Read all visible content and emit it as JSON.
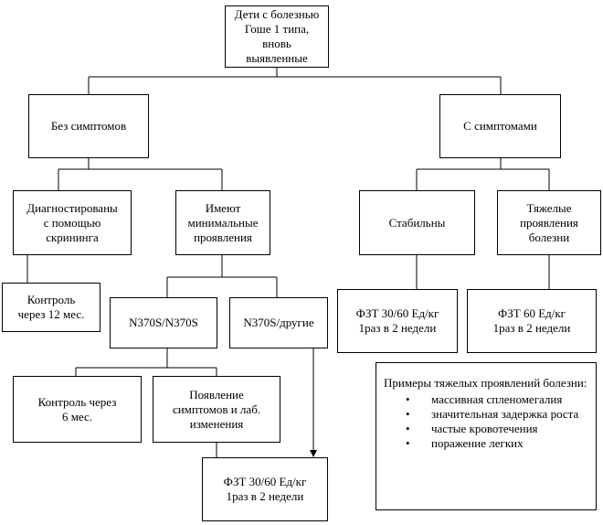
{
  "nodes": {
    "root": "Дети с болезнью\nГоше 1 типа, вновь\nвыявленные",
    "no_symptoms": "Без симптомов",
    "with_symptoms": "С симптомами",
    "screening": "Диагностированы\nс помощью\nскрининга",
    "minimal": "Имеют\nминимальные\nпроявления",
    "stable": "Стабильны",
    "severe": "Тяжелые\nпроявления\nболезни",
    "control_12": "Контроль\nчерез 12 мес.",
    "n370s_n370s": "N370S/N370S",
    "n370s_other": "N370S/другие",
    "ert_stable": "ФЗТ 30/60 Ед/кг\n1раз в 2 недели",
    "ert_severe": "ФЗТ 60 Ед/кг\n1раз в 2 недели",
    "control_6": "Контроль через\n6 мес.",
    "onset": "Появление\nсимптомов и лаб.\nизменения",
    "ert_bottom": "ФЗТ 30/60 Ед/кг\n1раз в 2 недели"
  },
  "note": {
    "title": "Примеры тяжелых проявлений болезни:",
    "items": [
      "массивная спленомегалия",
      "значительная задержка роста",
      "частые кровотечения",
      "поражение легких"
    ]
  }
}
